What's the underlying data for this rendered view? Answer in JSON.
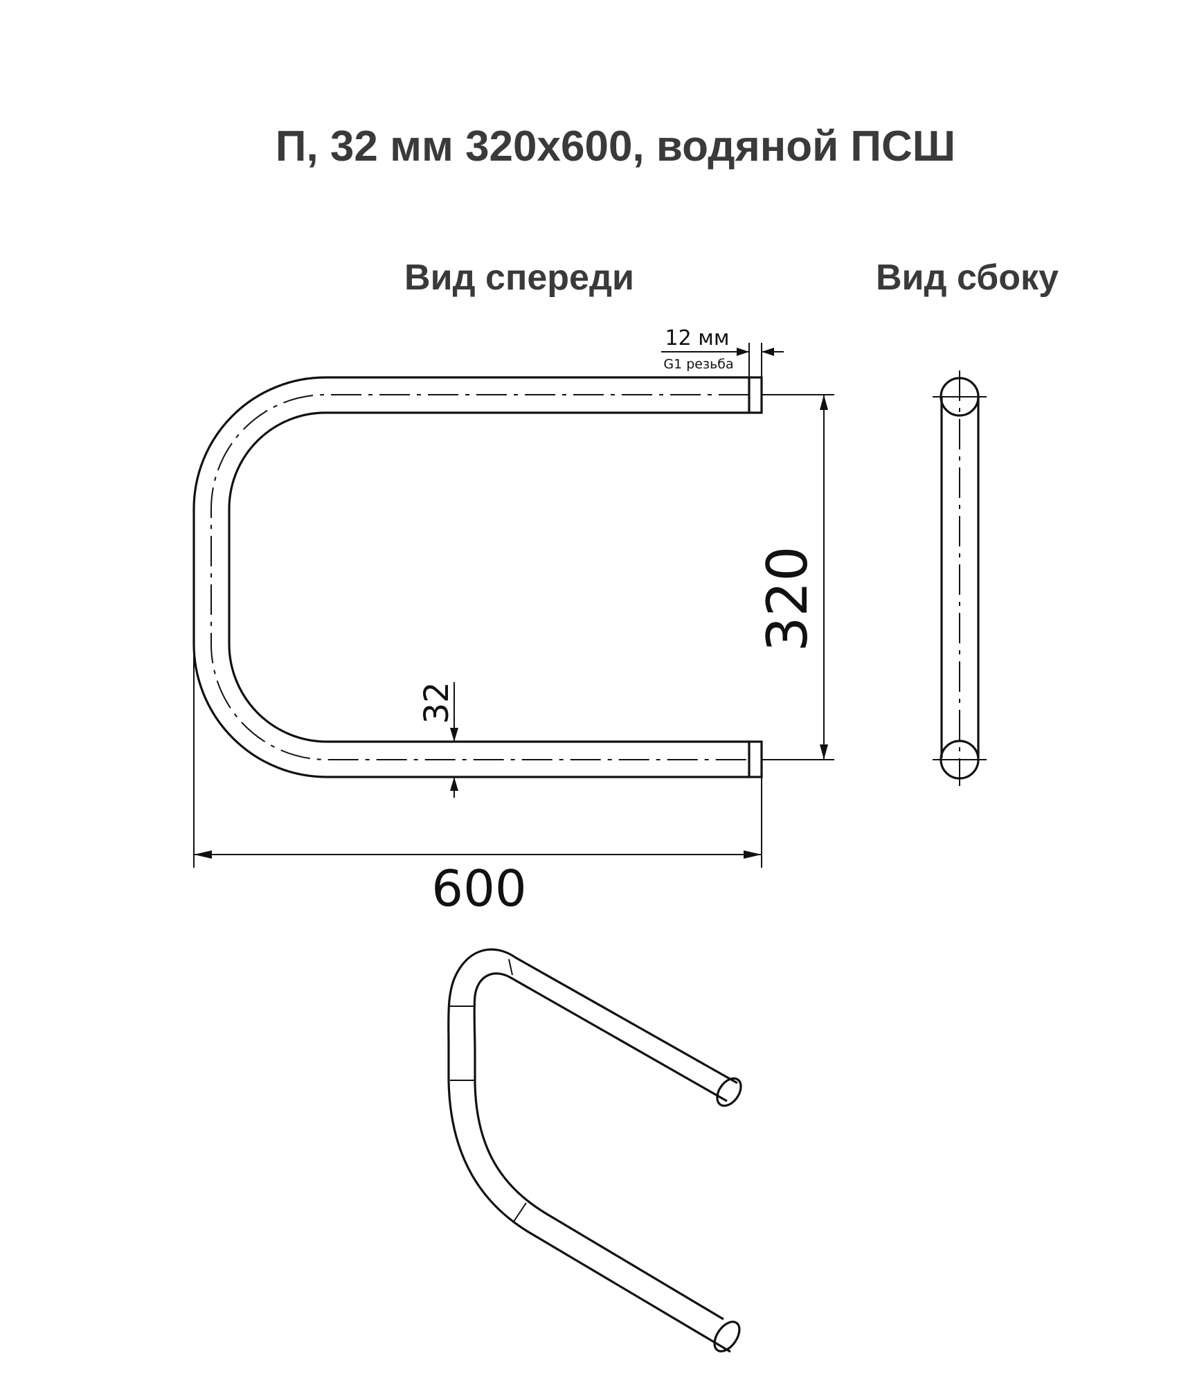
{
  "title": "П, 32 мм  320х600, водяной ПСШ",
  "views": {
    "front_label": "Вид спереди",
    "side_label": "Вид сбоку"
  },
  "dimensions": {
    "thread_length": "12 мм",
    "thread_type": "G1 резьба",
    "height": "320",
    "width": "600",
    "pipe_diameter": "32"
  },
  "colors": {
    "line": "#111111",
    "title": "#3a3a3a",
    "background": "#ffffff"
  }
}
